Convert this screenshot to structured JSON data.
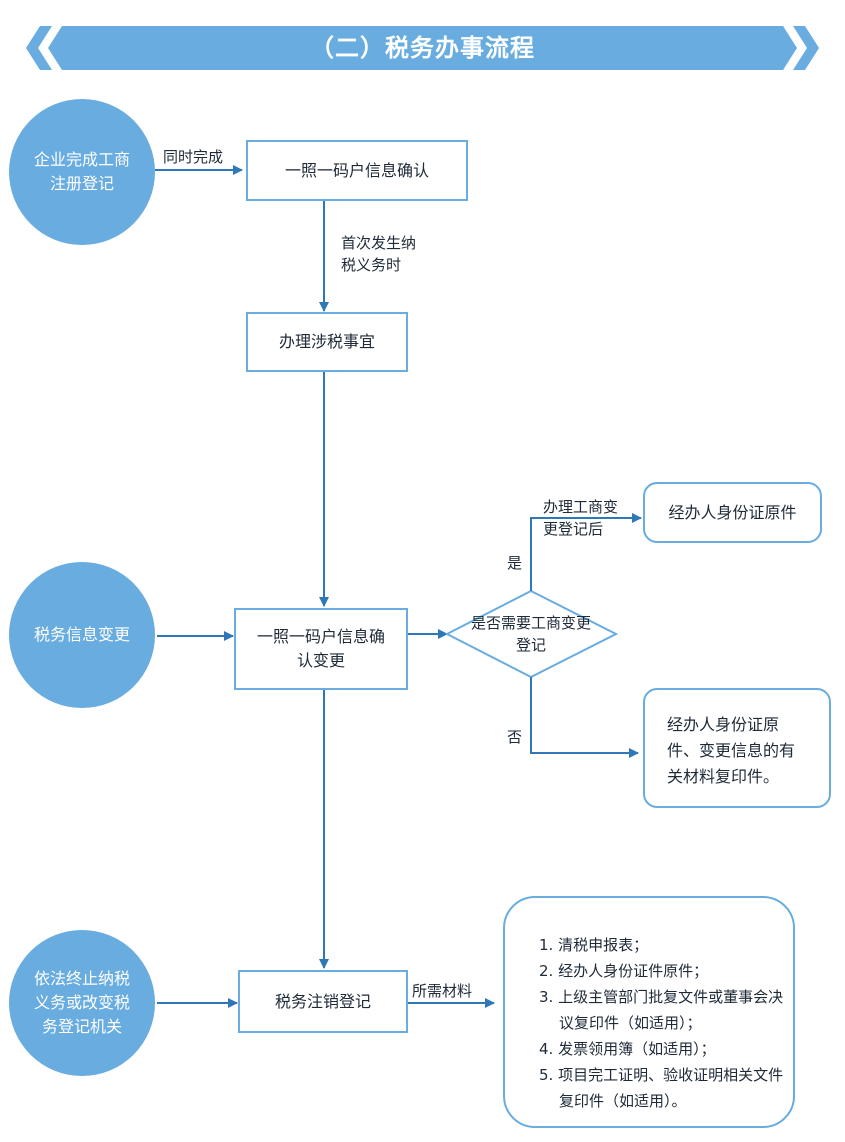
{
  "header": {
    "title": "（二）税务办事流程",
    "color": "#68ace0"
  },
  "triggers": [
    {
      "id": "enterprise-registration",
      "label": "企业完成工商注册登记"
    },
    {
      "id": "tax-info-change",
      "label": "税务信息变更"
    },
    {
      "id": "termination",
      "label": "依法终止纳税义务或改变税务登记机关"
    }
  ],
  "steps": {
    "confirm_info": "一照一码户信息确认",
    "handle_tax": "办理涉税事宜",
    "confirm_change": "一照一码户信息确认变更",
    "deregistration": "税务注销登记"
  },
  "decision": {
    "question": "是否需要工商变更登记",
    "yes_label": "是",
    "no_label": "否"
  },
  "edge_labels": {
    "simultaneous": "同时完成",
    "first_tax_obligation": "首次发生纳税义务时",
    "after_change_registration": "办理工商变更登记后",
    "required_materials": "所需材料"
  },
  "outcomes": {
    "yes_result": "经办人身份证原件",
    "no_result": "经办人身份证原件、变更信息的有关材料复印件。"
  },
  "materials": [
    "1. 清税申报表；",
    "2. 经办人身份证件原件；",
    "3. 上级主管部门批复文件或董事会决议复印件（如适用）；",
    "4. 发票领用簿（如适用）；",
    "5. 项目完工证明、验收证明相关文件复印件（如适用）。"
  ],
  "colors": {
    "accent": "#68ace0",
    "line": "#2f78b7",
    "text": "#1e2a38"
  }
}
